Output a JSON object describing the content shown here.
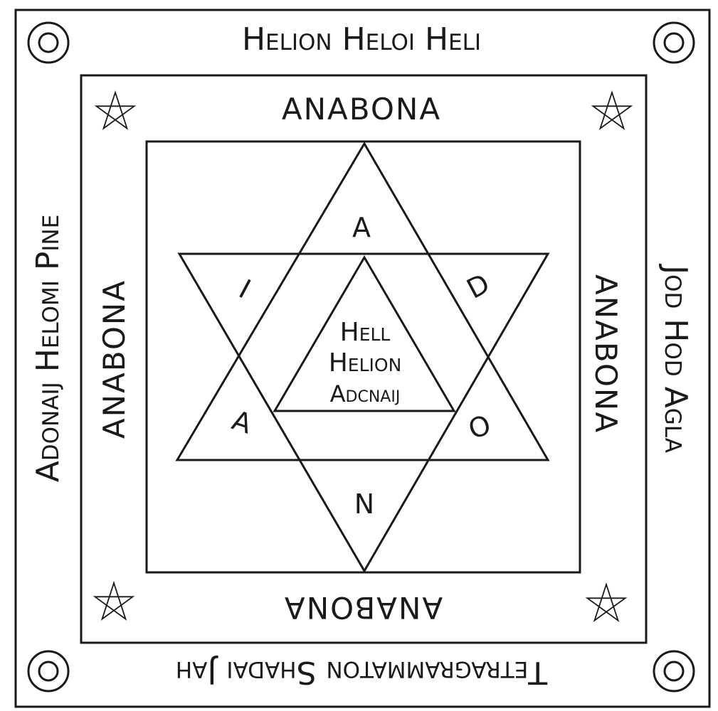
{
  "colors": {
    "ink": "#1a1a1a",
    "paper": "#ffffff"
  },
  "outer_ring": {
    "top": "Helion Heloi Heli",
    "right": "Jod Hod Agla",
    "bottom": "Tetragrammaton Shadai Jah",
    "left": "Adonaij Helomi Pine"
  },
  "inner_ring": {
    "top": "ANABONA",
    "right": "ANABONA",
    "bottom": "ANABONA",
    "left": "ANABONA"
  },
  "hexagram_letters": {
    "top": "A",
    "upper_right": "D",
    "lower_right": "O",
    "bottom": "N",
    "lower_left": "A",
    "upper_left": "I"
  },
  "center": {
    "line1": "Hell",
    "line2": "Helion",
    "line3": "Adcnaij"
  },
  "corner_symbols": {
    "outer": "double-circle-icon",
    "inner": "pentagram-icon"
  }
}
